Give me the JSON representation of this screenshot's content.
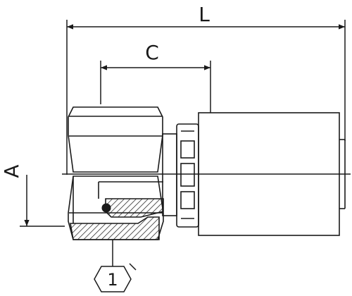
{
  "drawing": {
    "dimensions": [
      {
        "name": "L",
        "label": "L"
      },
      {
        "name": "C",
        "label": "C"
      },
      {
        "name": "A",
        "label": "A"
      }
    ],
    "callout": {
      "label": "1"
    },
    "colors": {
      "line": "#1a1a1a",
      "background": "#ffffff"
    }
  }
}
